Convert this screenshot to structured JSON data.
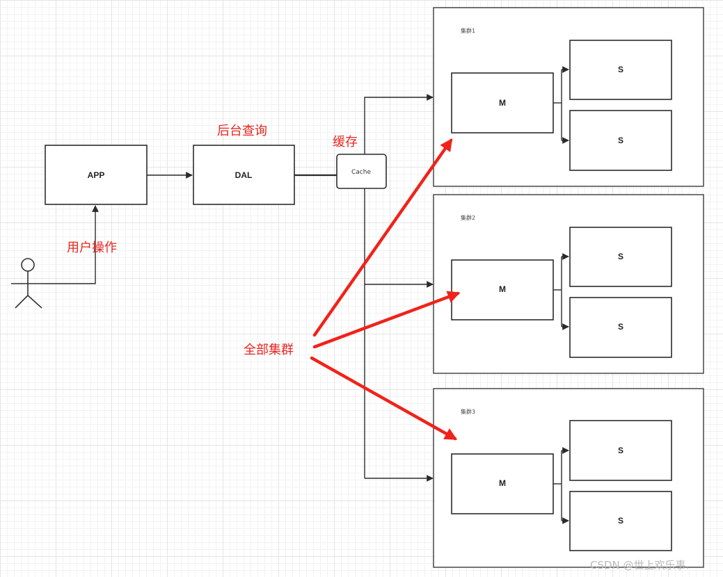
{
  "nodes": {
    "app": "APP",
    "dal": "DAL",
    "cache": "Cache"
  },
  "annotations": {
    "user_operation": "用户操作",
    "backend_query": "后台查询",
    "cache_label": "缓存",
    "all_clusters": "全部集群"
  },
  "clusters": [
    {
      "title": "集群1",
      "master": "M",
      "slaves": [
        "S",
        "S"
      ]
    },
    {
      "title": "集群2",
      "master": "M",
      "slaves": [
        "S",
        "S"
      ]
    },
    {
      "title": "集群3",
      "master": "M",
      "slaves": [
        "S",
        "S"
      ]
    }
  ],
  "watermark": "CSDN @世上欢乐事.",
  "colors": {
    "annotation_red": "#e8261f",
    "line": "#2b2b2b"
  }
}
